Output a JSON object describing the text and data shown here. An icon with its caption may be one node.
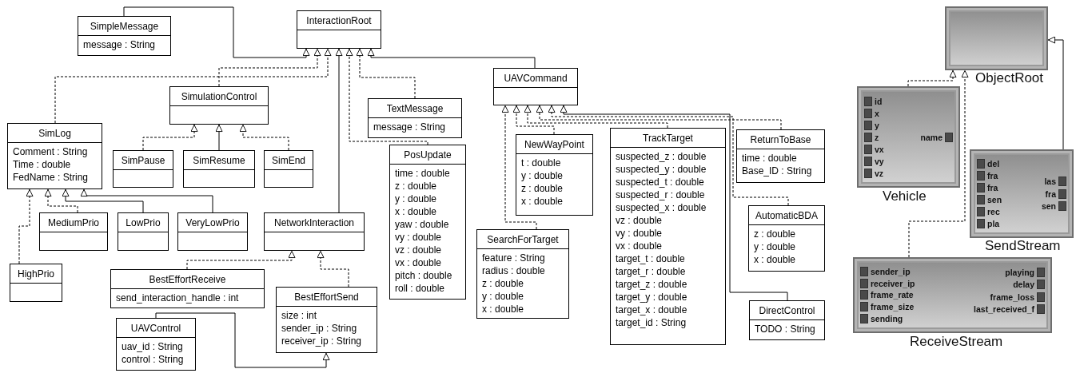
{
  "diagram": {
    "nodes": [
      {
        "text": [
          "SimpleMessage",
          "message : String"
        ]
      },
      {
        "text": [
          "InteractionRoot"
        ]
      },
      {
        "text": [
          "ObjectRoot"
        ]
      },
      {
        "text": [
          "UAVCommand"
        ]
      },
      {
        "text": [
          "SimulationControl"
        ]
      },
      {
        "text": [
          "TextMessage",
          "message : String"
        ]
      },
      {
        "text": [
          "SimLog",
          "Comment : String",
          "Time : double",
          "FedName : String"
        ]
      },
      {
        "text": [
          "SimPause"
        ]
      },
      {
        "text": [
          "SimResume"
        ]
      },
      {
        "text": [
          "SimEnd"
        ]
      },
      {
        "text": [
          "PosUpdate",
          "time : double",
          "z : double",
          "y : double",
          "x : double",
          "yaw : double",
          "vy : double",
          "vz : double",
          "vx : double",
          "pitch : double",
          "roll : double"
        ]
      },
      {
        "text": [
          "NewWayPoint",
          "t : double",
          "y : double",
          "z : double",
          "x : double"
        ]
      },
      {
        "text": [
          "TrackTarget",
          "suspected_z : double",
          "suspected_y : double",
          "suspected_t : double",
          "suspected_r : double",
          "suspected_x : double",
          "vz : double",
          "vy : double",
          "vx : double",
          "target_t : double",
          "target_r : double",
          "target_z : double",
          "target_y : double",
          "target_x : double",
          "target_id : String"
        ]
      },
      {
        "text": [
          "ReturnToBase",
          "time : double",
          "Base_ID : String"
        ]
      },
      {
        "text": [
          "Vehicle",
          "id",
          "x",
          "y",
          "z",
          "vx",
          "vy",
          "vz",
          "name"
        ]
      },
      {
        "text": [
          "SendStream",
          "del",
          "fra",
          "fra",
          "sen",
          "rec",
          "pla",
          "las",
          "fra",
          "sen"
        ]
      },
      {
        "text": [
          "AutomaticBDA",
          "z : double",
          "y : double",
          "x : double"
        ]
      },
      {
        "text": [
          "MediumPrio"
        ]
      },
      {
        "text": [
          "LowPrio"
        ]
      },
      {
        "text": [
          "VeryLowPrio"
        ]
      },
      {
        "text": [
          "NetworkInteraction"
        ]
      },
      {
        "text": [
          "SearchForTarget",
          "feature : String",
          "radius : double",
          "z : double",
          "y : double",
          "x : double"
        ]
      },
      {
        "text": [
          "HighPrio"
        ]
      },
      {
        "text": [
          "BestEffortReceive",
          "send_interaction_handle : int"
        ]
      },
      {
        "text": [
          "ReceiveStream",
          "sender_ip",
          "receiver_ip",
          "frame_rate",
          "frame_size",
          "sending",
          "playing",
          "delay",
          "frame_loss",
          "last_received_f"
        ]
      },
      {
        "text": [
          "BestEffortSend",
          "size : int",
          "sender_ip : String",
          "receiver_ip : String"
        ]
      },
      {
        "text": [
          "DirectControl",
          "TODO : String"
        ]
      },
      {
        "text": [
          "UAVControl",
          "uav_id : String",
          "control : String"
        ]
      }
    ],
    "edges": [
      {
        "from": 0,
        "to": 1,
        "arrow": "to"
      },
      {
        "from": 4,
        "to": 1,
        "arrow": "to",
        "style": "dashed"
      },
      {
        "from": 6,
        "to": 1,
        "arrow": "to",
        "style": "dashed"
      },
      {
        "from": 20,
        "to": 1,
        "arrow": "to"
      },
      {
        "from": 5,
        "to": 1,
        "arrow": "to",
        "style": "dashed"
      },
      {
        "from": 10,
        "to": 1,
        "arrow": "to",
        "style": "dashed"
      },
      {
        "from": 3,
        "to": 1,
        "arrow": "to"
      },
      {
        "from": 7,
        "to": 4,
        "arrow": "to",
        "style": "dashed"
      },
      {
        "from": 8,
        "to": 4,
        "arrow": "to"
      },
      {
        "from": 9,
        "to": 4,
        "arrow": "to",
        "style": "dashed"
      },
      {
        "from": 22,
        "to": 6,
        "arrow": "to",
        "style": "dashed"
      },
      {
        "from": 17,
        "to": 6,
        "arrow": "to",
        "style": "dashed"
      },
      {
        "from": 18,
        "to": 6,
        "arrow": "to"
      },
      {
        "from": 19,
        "to": 6,
        "arrow": "to"
      },
      {
        "from": 23,
        "to": 20,
        "arrow": "to",
        "style": "dashed"
      },
      {
        "from": 25,
        "to": 20,
        "arrow": "to",
        "style": "dashed"
      },
      {
        "from": 27,
        "to": 25,
        "arrow": "to"
      },
      {
        "from": 21,
        "to": 3,
        "arrow": "to",
        "style": "dashed"
      },
      {
        "from": 11,
        "to": 3,
        "arrow": "to",
        "style": "dashed"
      },
      {
        "from": 12,
        "to": 3,
        "arrow": "to",
        "style": "dashed"
      },
      {
        "from": 13,
        "to": 3,
        "arrow": "to",
        "style": "dashed"
      },
      {
        "from": 16,
        "to": 3,
        "arrow": "to",
        "style": "dashed"
      },
      {
        "from": 26,
        "to": 3,
        "arrow": "to"
      },
      {
        "from": 14,
        "to": 2,
        "arrow": "to",
        "style": "dashed"
      },
      {
        "from": 24,
        "to": 2,
        "arrow": "to",
        "style": "dashed"
      },
      {
        "from": 15,
        "to": 2,
        "arrow": "to"
      }
    ]
  }
}
